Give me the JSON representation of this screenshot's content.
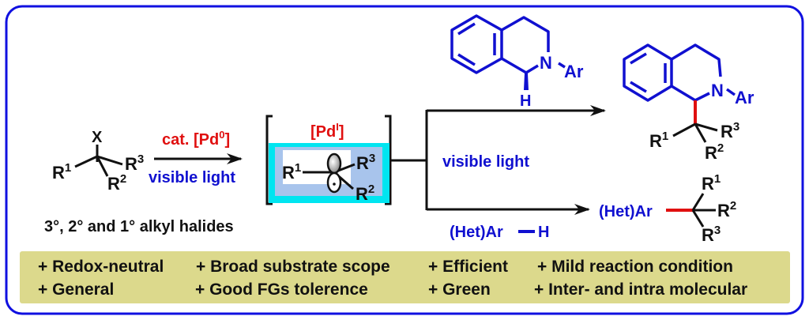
{
  "colors": {
    "frame": "#1010e0",
    "reagent_blue": "#1010d0",
    "catalyst_red": "#e01010",
    "new_bond_red": "#e01010",
    "intermediate_outer": "#00e5f0",
    "intermediate_inner": "#a8c4ec",
    "advantages_bg": "#dcd98c"
  },
  "substrate": {
    "leaving_group": "X",
    "r1": "R",
    "r1_sup": "1",
    "r2": "R",
    "r2_sup": "2",
    "r3": "R",
    "r3_sup": "3",
    "caption": "3°, 2° and 1° alkyl halides"
  },
  "step1": {
    "catalyst_prefix": "cat. [Pd",
    "catalyst_sup": "0",
    "catalyst_suffix": "]",
    "condition": "visible light"
  },
  "intermediate": {
    "label_prefix": "[Pd",
    "label_sup": "I",
    "label_suffix": "]",
    "r1": "R",
    "r1_sup": "1",
    "r2": "R",
    "r2_sup": "2",
    "r3": "R",
    "r3_sup": "3"
  },
  "branch": {
    "condition": "visible light"
  },
  "upper_path": {
    "reagent": {
      "n_label": "N",
      "ar_label": "Ar",
      "h_label": "H"
    },
    "product": {
      "n_label": "N",
      "ar_label": "Ar",
      "r1": "R",
      "r1_sup": "1",
      "r2": "R",
      "r2_sup": "2",
      "r3": "R",
      "r3_sup": "3"
    }
  },
  "lower_path": {
    "reagent": {
      "ar_label": "(Het)Ar",
      "h_label": "H"
    },
    "product": {
      "ar_label": "(Het)Ar",
      "r1": "R",
      "r1_sup": "1",
      "r2": "R",
      "r2_sup": "2",
      "r3": "R",
      "r3_sup": "3"
    }
  },
  "advantages": {
    "row1": [
      "+ Redox-neutral",
      "+ Broad substrate scope",
      "+ Efficient",
      "+ Mild reaction condition"
    ],
    "row2": [
      "+ General",
      "+ Good FGs tolerence",
      "+ Green",
      "+ Inter- and intra molecular"
    ]
  }
}
